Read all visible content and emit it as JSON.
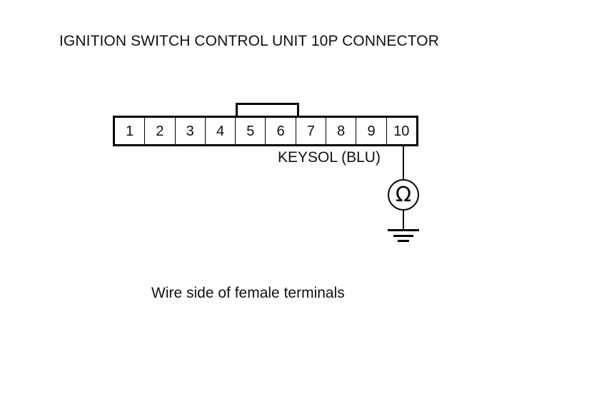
{
  "diagram": {
    "title": "IGNITION SWITCH CONTROL UNIT 10P CONNECTOR",
    "caption": "Wire side of female terminals",
    "background_color": "#ffffff",
    "line_color": "#000000",
    "connector": {
      "terminal_count": 10,
      "terminals": [
        {
          "number": "1"
        },
        {
          "number": "2"
        },
        {
          "number": "3"
        },
        {
          "number": "4"
        },
        {
          "number": "5"
        },
        {
          "number": "6"
        },
        {
          "number": "7"
        },
        {
          "number": "8"
        },
        {
          "number": "9"
        },
        {
          "number": "10"
        }
      ],
      "tab": {
        "spans_terminals": "5-6"
      }
    },
    "wire": {
      "label": "KEYSOL (BLU)",
      "wire_color_code": "BLU",
      "signal_name": "KEYSOL",
      "from_terminal": "10"
    },
    "measurement": {
      "instrument": "ohmmeter",
      "symbol": "Ω",
      "connected_to": "ground"
    },
    "ground": {
      "symbol": "earth-ground"
    }
  }
}
